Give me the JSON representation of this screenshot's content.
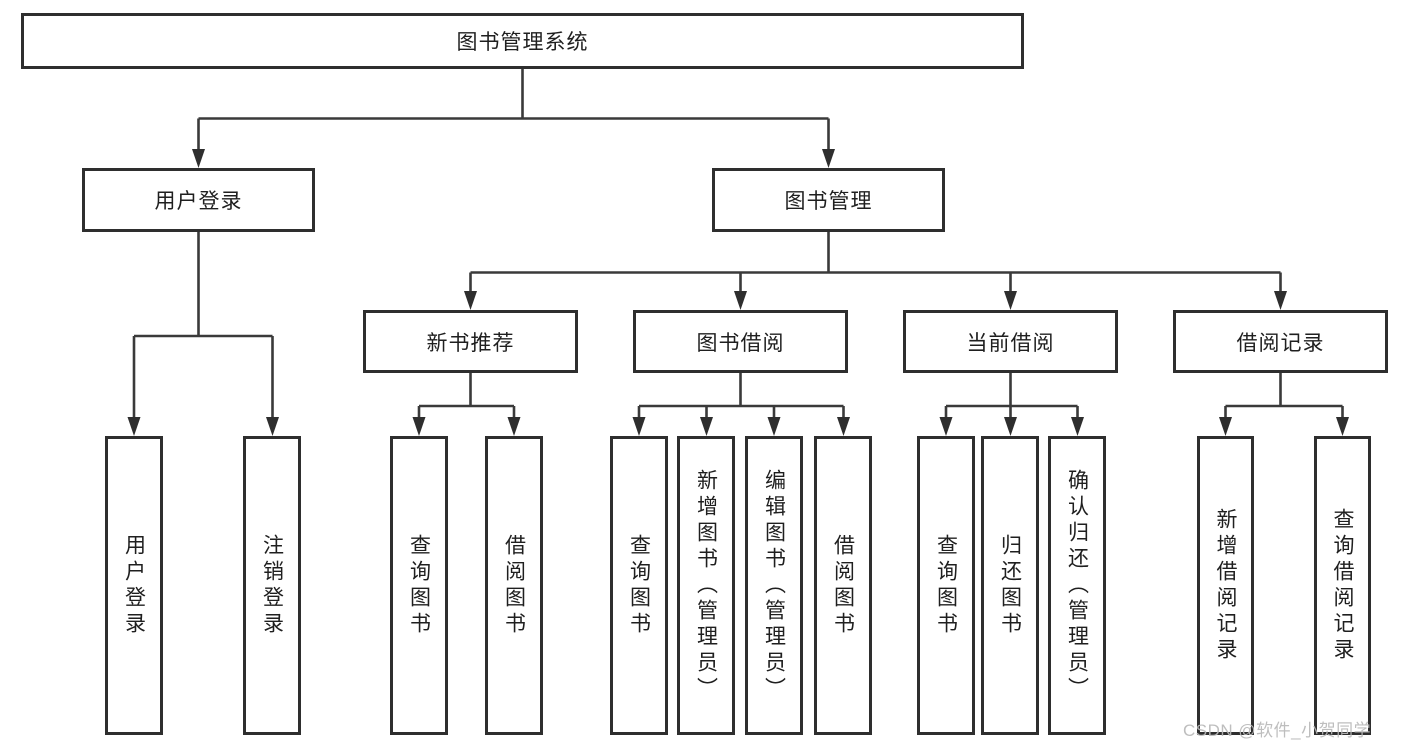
{
  "colors": {
    "line": "#3a3a3a",
    "border": "#2e2e2e",
    "text": "#1f1f1f",
    "watermark_gray": "#b9b9b9",
    "background": "#ffffff"
  },
  "root": {
    "label": "图书管理系统"
  },
  "branches": {
    "user_login": {
      "label": "用户登录",
      "children": {
        "login": {
          "label": "用户登录"
        },
        "logout": {
          "label": "注销登录"
        }
      }
    },
    "book_management": {
      "label": "图书管理",
      "sections": {
        "new_book": {
          "label": "新书推荐",
          "children": {
            "query": {
              "label": "查询图书"
            },
            "borrow": {
              "label": "借阅图书"
            }
          }
        },
        "borrowing": {
          "label": "图书借阅",
          "children": {
            "query": {
              "label": "查询图书"
            },
            "add": {
              "label": "新增图书（管理员）"
            },
            "edit": {
              "label": "编辑图书（管理员）"
            },
            "borrow": {
              "label": "借阅图书"
            }
          }
        },
        "current": {
          "label": "当前借阅",
          "children": {
            "query": {
              "label": "查询图书"
            },
            "return": {
              "label": "归还图书"
            },
            "confirm": {
              "label": "确认归还（管理员）"
            }
          }
        },
        "records": {
          "label": "借阅记录",
          "children": {
            "add": {
              "label": "新增借阅记录"
            },
            "query": {
              "label": "查询借阅记录"
            }
          }
        }
      }
    }
  },
  "watermark": {
    "text": "CSDN @软件_小贺同学"
  }
}
